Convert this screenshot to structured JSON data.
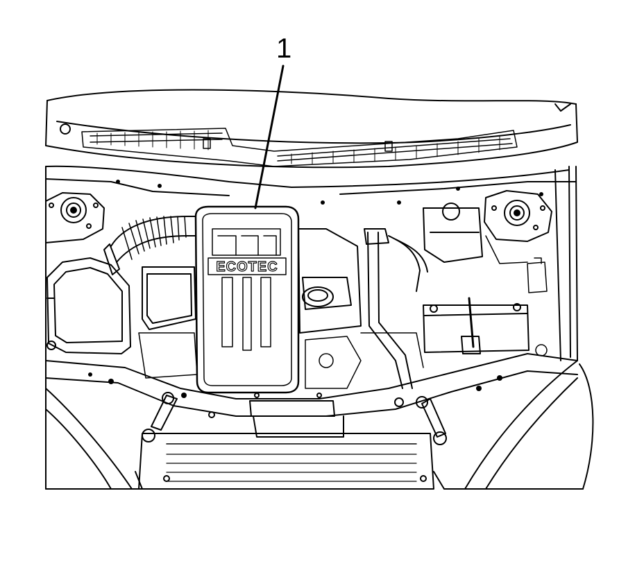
{
  "callout": {
    "number": "1"
  },
  "engine_cover": {
    "brand_text": "ECOTEC"
  },
  "colors": {
    "line": "#000000",
    "background": "#ffffff"
  },
  "icons": [
    "engine-cover-illustration",
    "leader-line"
  ]
}
